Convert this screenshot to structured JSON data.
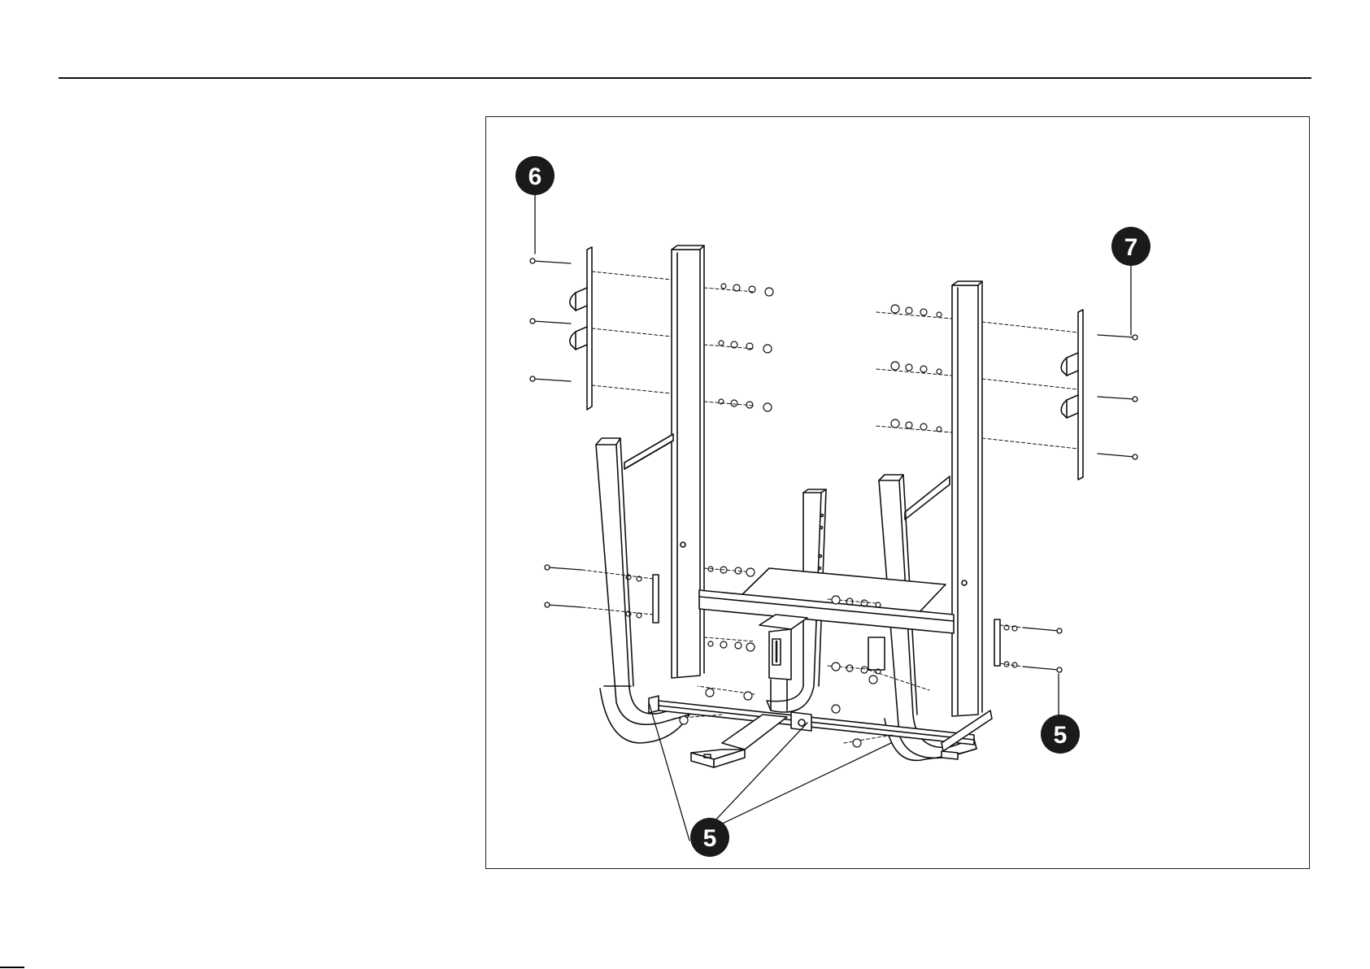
{
  "callouts": {
    "c6": "6",
    "c7": "7",
    "c5_right": "5",
    "c5_bottom": "5"
  },
  "icons": [
    "callout-badge",
    "bolt",
    "washer",
    "nut",
    "mounting-bracket",
    "frame-upright"
  ],
  "colors": {
    "line": "#111111",
    "badge": "#1a1a1a",
    "background": "#ffffff"
  }
}
